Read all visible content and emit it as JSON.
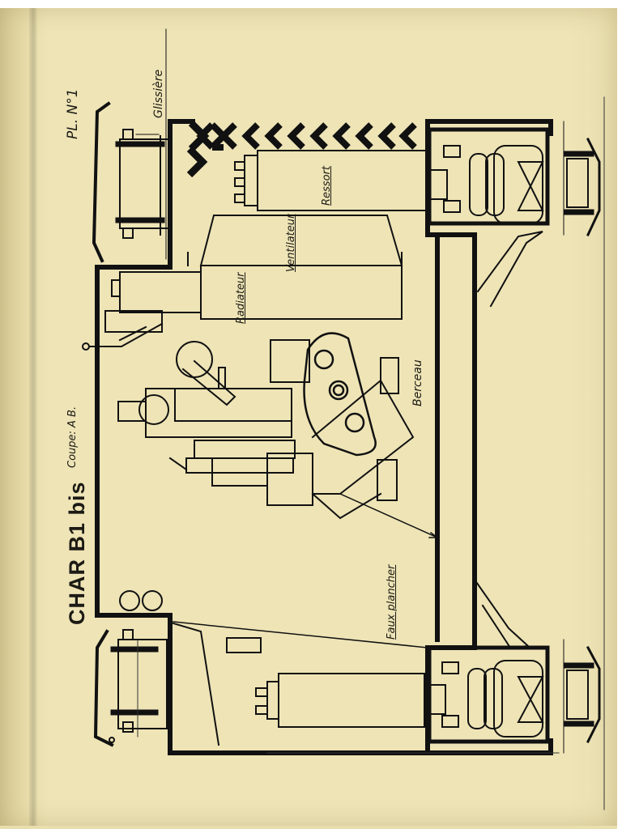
{
  "document": {
    "title": "CHAR B1 bis",
    "subtitle": "Coupe: A B.",
    "plate_number": "PL. N°1"
  },
  "labels": {
    "glissiere": "Glissière",
    "ressort": "Ressort",
    "ventilateur": "Ventilateur",
    "radiateur": "Radiateur",
    "berceau": "Berceau",
    "faux_plancher": "Faux plancher"
  },
  "colors": {
    "paper": "#eee4b6",
    "ink": "#111111"
  }
}
